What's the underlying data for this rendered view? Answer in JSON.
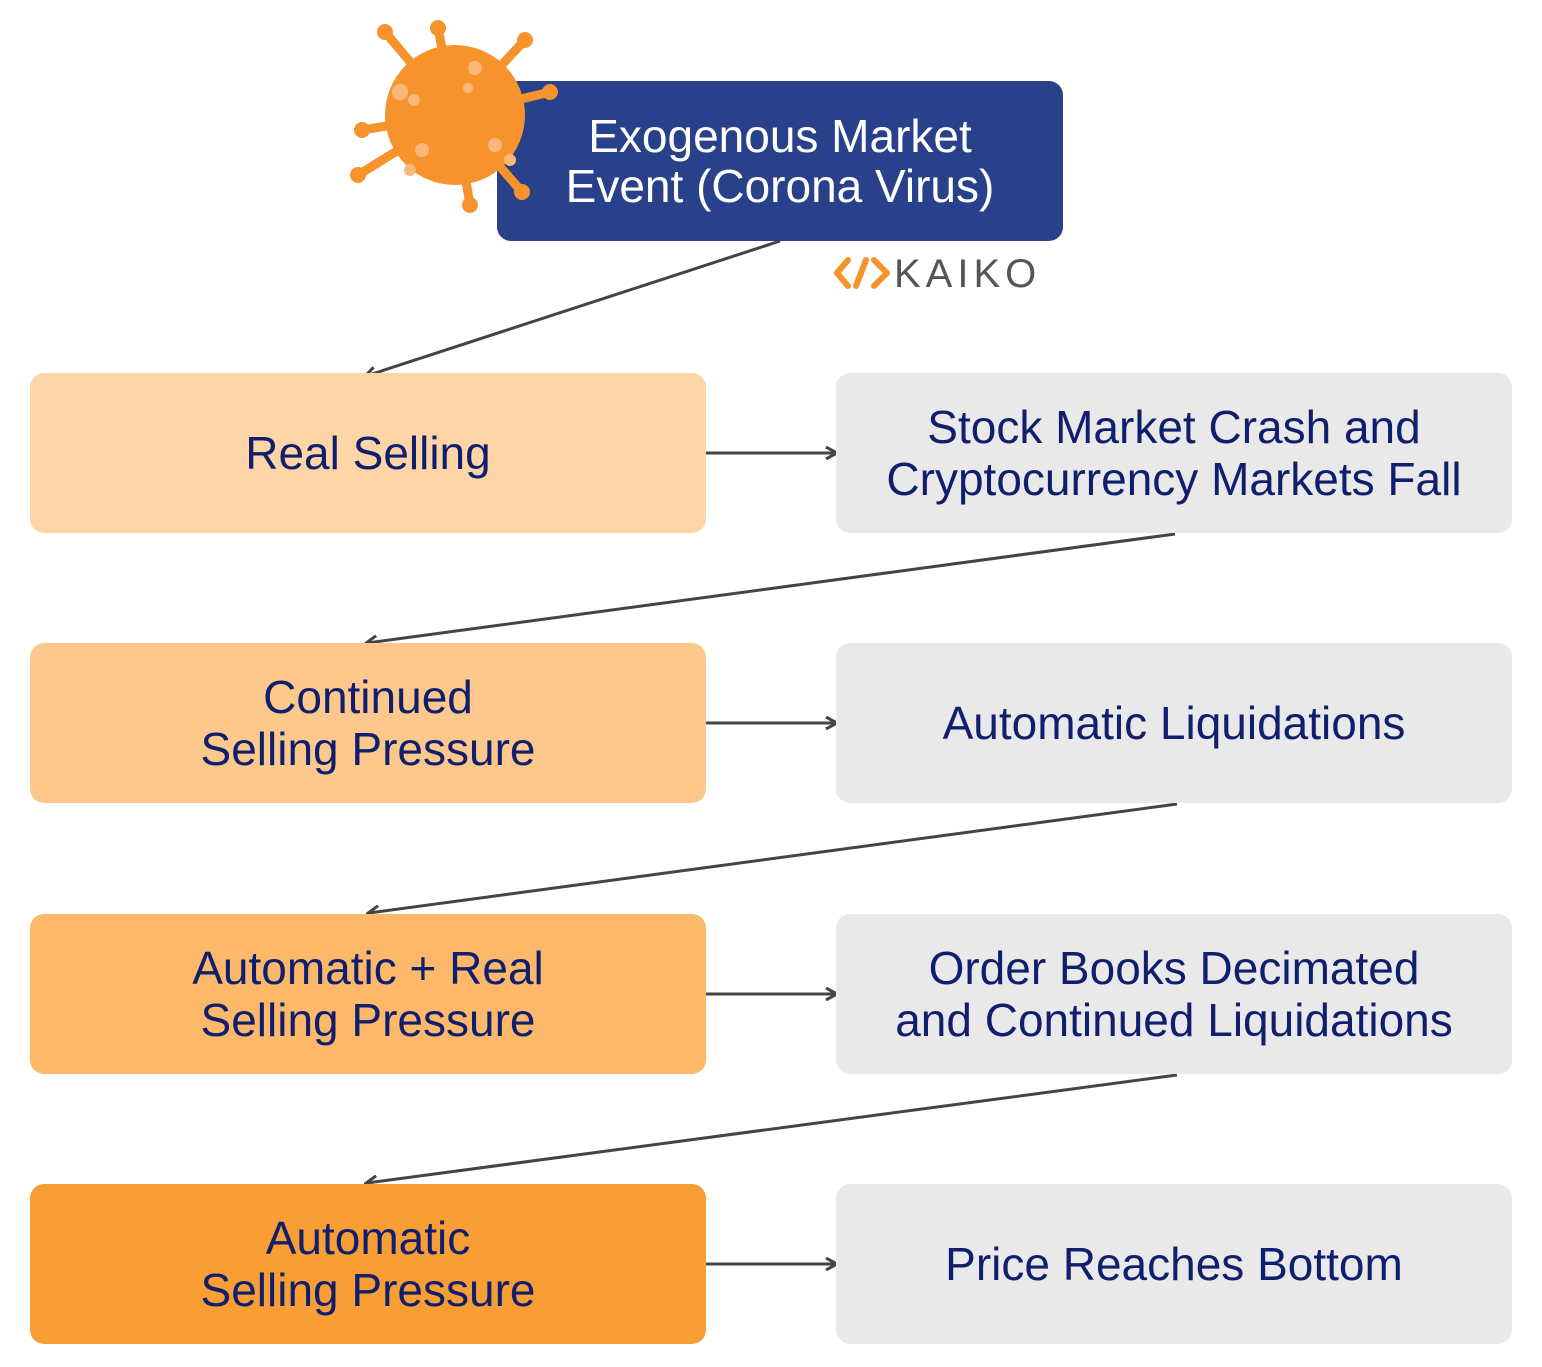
{
  "colors": {
    "top_box": "#29418a",
    "left_boxes": [
      "#fdd5a6",
      "#fdc88b",
      "#fdb86a",
      "#f99d35"
    ],
    "right_box": "#e9e9e9",
    "text_dark": "#0f1f6e",
    "arrow": "#444444",
    "virus": "#f7932c",
    "virus_spots": "#f9b87a",
    "logo_mark": "#f7932c"
  },
  "top": {
    "label": "Exogenous Market\nEvent (Corona Virus)",
    "icon": "virus-icon"
  },
  "logo": {
    "text": "KAIKO",
    "icon": "kaiko-logo-icon"
  },
  "rows": [
    {
      "left": "Real Selling",
      "right": "Stock Market Crash and\nCryptocurrency Markets Fall"
    },
    {
      "left": "Continued\nSelling Pressure",
      "right": "Automatic Liquidations"
    },
    {
      "left": "Automatic + Real\nSelling Pressure",
      "right": "Order Books Decimated\nand Continued Liquidations"
    },
    {
      "left": "Automatic\nSelling Pressure",
      "right": "Price Reaches Bottom"
    }
  ]
}
